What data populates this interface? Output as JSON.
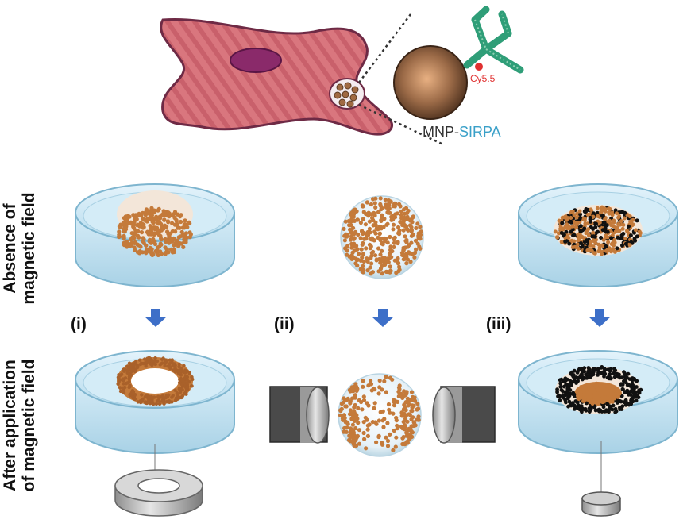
{
  "figure": {
    "top": {
      "cy_label": "Cy5.5",
      "mnp_prefix": "MNP-",
      "mnp_suffix": "SIRPA"
    },
    "row_labels": {
      "absence_line1": "Absence of",
      "absence_line2": "magnetic field",
      "after_line1": "After application",
      "after_line2": "of magnetic field"
    },
    "panels": [
      "(i)",
      "(ii)",
      "(iii)"
    ]
  },
  "colors": {
    "cell_fill": "#d9767e",
    "cell_stroke": "#6e2a45",
    "nucleus": "#8a2a6a",
    "particle": "#c47a3a",
    "black_particle": "#111111",
    "antibody": "#2f9e78",
    "sirpa_text": "#3aa0c8",
    "cy_text": "#e03030",
    "arrow": "#3d6fc8",
    "dish_water": "#cde9f5",
    "magnet_dark": "#4a4a4a",
    "magnet_silver": "#c8c8c8"
  },
  "icons": [
    "cell",
    "nucleus",
    "magnetic-nanoparticle",
    "antibody",
    "petri-dish",
    "ring-magnet",
    "block-magnet",
    "disc-magnet",
    "down-arrow"
  ]
}
